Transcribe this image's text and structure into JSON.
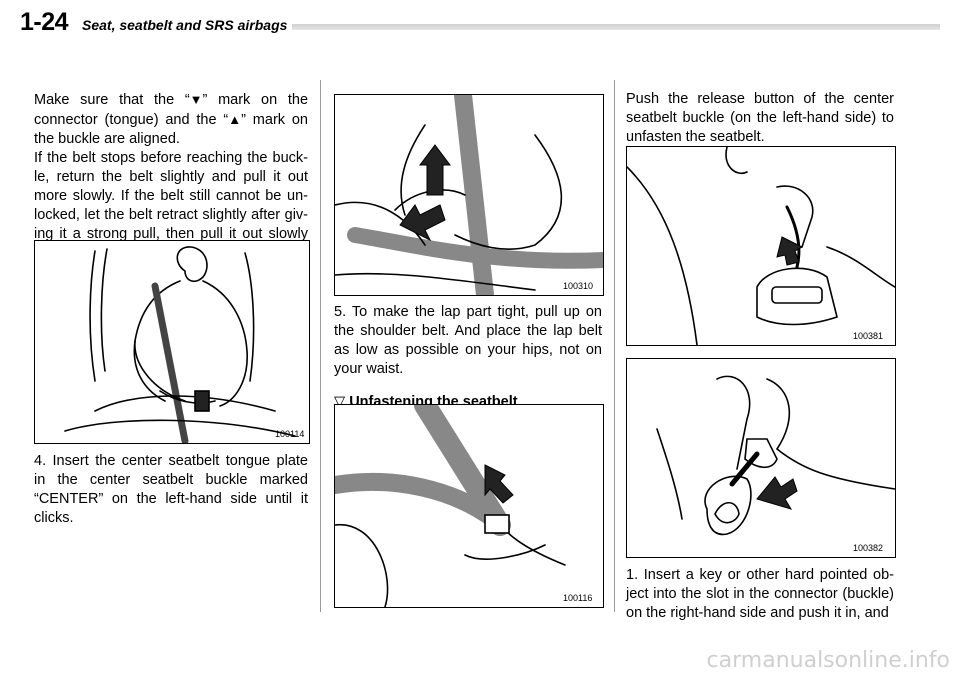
{
  "header": {
    "page_number": "1-24",
    "section_title": "Seat, seatbelt and SRS airbags"
  },
  "col1": {
    "para1_a": "Make sure that the “",
    "para1_b": "” mark on the connector (tongue) and the “",
    "para1_c": "” mark on the buckle are aligned.",
    "para2": "If the belt stops before reaching the buck-le, return the belt slightly and pull it out more slowly. If the belt still cannot be un-locked, let the belt retract slightly after giv-ing it a strong pull, then pull it out slowly again.",
    "fig_code": "100114",
    "step4": "4.  Insert the center seatbelt tongue plate in the center seatbelt buckle marked “CENTER” on the left-hand side until it clicks."
  },
  "col2": {
    "fig1_code": "100310",
    "step5": "5.  To make the lap part tight, pull up on the shoulder belt. And place the lap belt as low as possible on your hips, not on your waist.",
    "subhead_marker": "▽",
    "subhead": "Unfastening the seatbelt",
    "fig2_code": "100116"
  },
  "col3": {
    "para1": "Push the release button of the center seatbelt buckle (on the left-hand side) to unfasten the seatbelt.",
    "fig1_code": "100381",
    "fig2_code": "100382",
    "step1": "1.  Insert a key or other hard pointed ob-ject into the slot in the connector (buckle) on the right-hand side and push it in, and"
  },
  "symbols": {
    "down_mark": "▼",
    "up_mark": "▲"
  },
  "watermark": "carmanualsonline.info"
}
